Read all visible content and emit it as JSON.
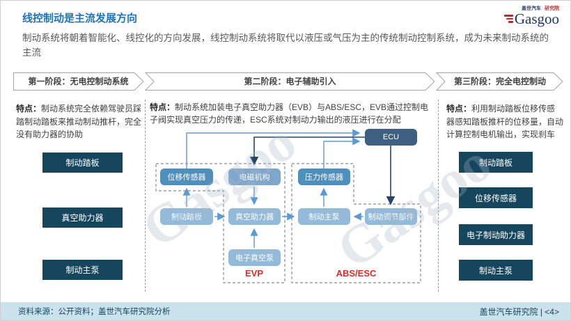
{
  "header": {
    "title": "线控制动是主流发展方向",
    "subtitle": "制动系统将朝着智能化、线控化的方向发展，线控制动系统将取代以液压或气压为主的传统制动控制系统，成为未来制动系统的主流",
    "logo": {
      "brand": "Gasgoo",
      "tagline_left": "盖世汽车",
      "tagline_right": "研究院"
    }
  },
  "stages": [
    {
      "label": "第一阶段：无电控制动系统"
    },
    {
      "label": "第二阶段：电子辅助引入"
    },
    {
      "label": "第三阶段：完全电控制动"
    }
  ],
  "stage1": {
    "feature_label": "特点：",
    "feature_text": "制动系统完全依赖驾驶员踩踏制动踏板来推动制动推杆，完全没有助力器的协助",
    "components": [
      "制动踏板",
      "真空助力器",
      "制动主泵"
    ]
  },
  "stage2": {
    "feature_label": "特点：",
    "feature_text": "制动系统加装电子真空助力器（EVB）与ABS/ESC，EVB通过控制电子阀实现真空压力的传递，ESC系统对制动力输出的液压进行在分配",
    "diagram": {
      "ecu": "ECU",
      "displacement_sensor": "位移传感器",
      "solenoid_mechanism": "电磁机构",
      "pressure_sensor": "压力传感器",
      "brake_pedal": "制动踏板",
      "vacuum_booster": "真空助力器",
      "master_cylinder": "制动主泵",
      "brake_modulator": "制动调节部件",
      "electric_vacuum_pump": "电子真空泵",
      "group_evp": "EVP",
      "group_abs": "ABS/ESC"
    }
  },
  "stage3": {
    "feature_label": "特点：",
    "feature_text": "利用制动踏板位移传感器感知踏板推杆的位移量，自动计算控制电机输出，实现刹车",
    "components": [
      "制动踏板",
      "位移传感器",
      "电子制动助力器",
      "制动主泵"
    ]
  },
  "footer": {
    "source": "资料来源：公开资料；盖世汽车研究院分析",
    "page": "盖世汽车研究院 | <4>"
  },
  "watermark": "Gasgoo",
  "colors": {
    "title_blue": "#1b74bc",
    "component_navy": "#16465e",
    "ecu_dark_blue": "#3d6080",
    "sensor_blue": "#4e8fbc",
    "light_blue_box": "#93bad8",
    "arrow_blue": "#5b9bd5",
    "arrow_navy": "#24456b",
    "group_label_red": "#d92b2b",
    "footer_band": "#c9e2eb"
  }
}
